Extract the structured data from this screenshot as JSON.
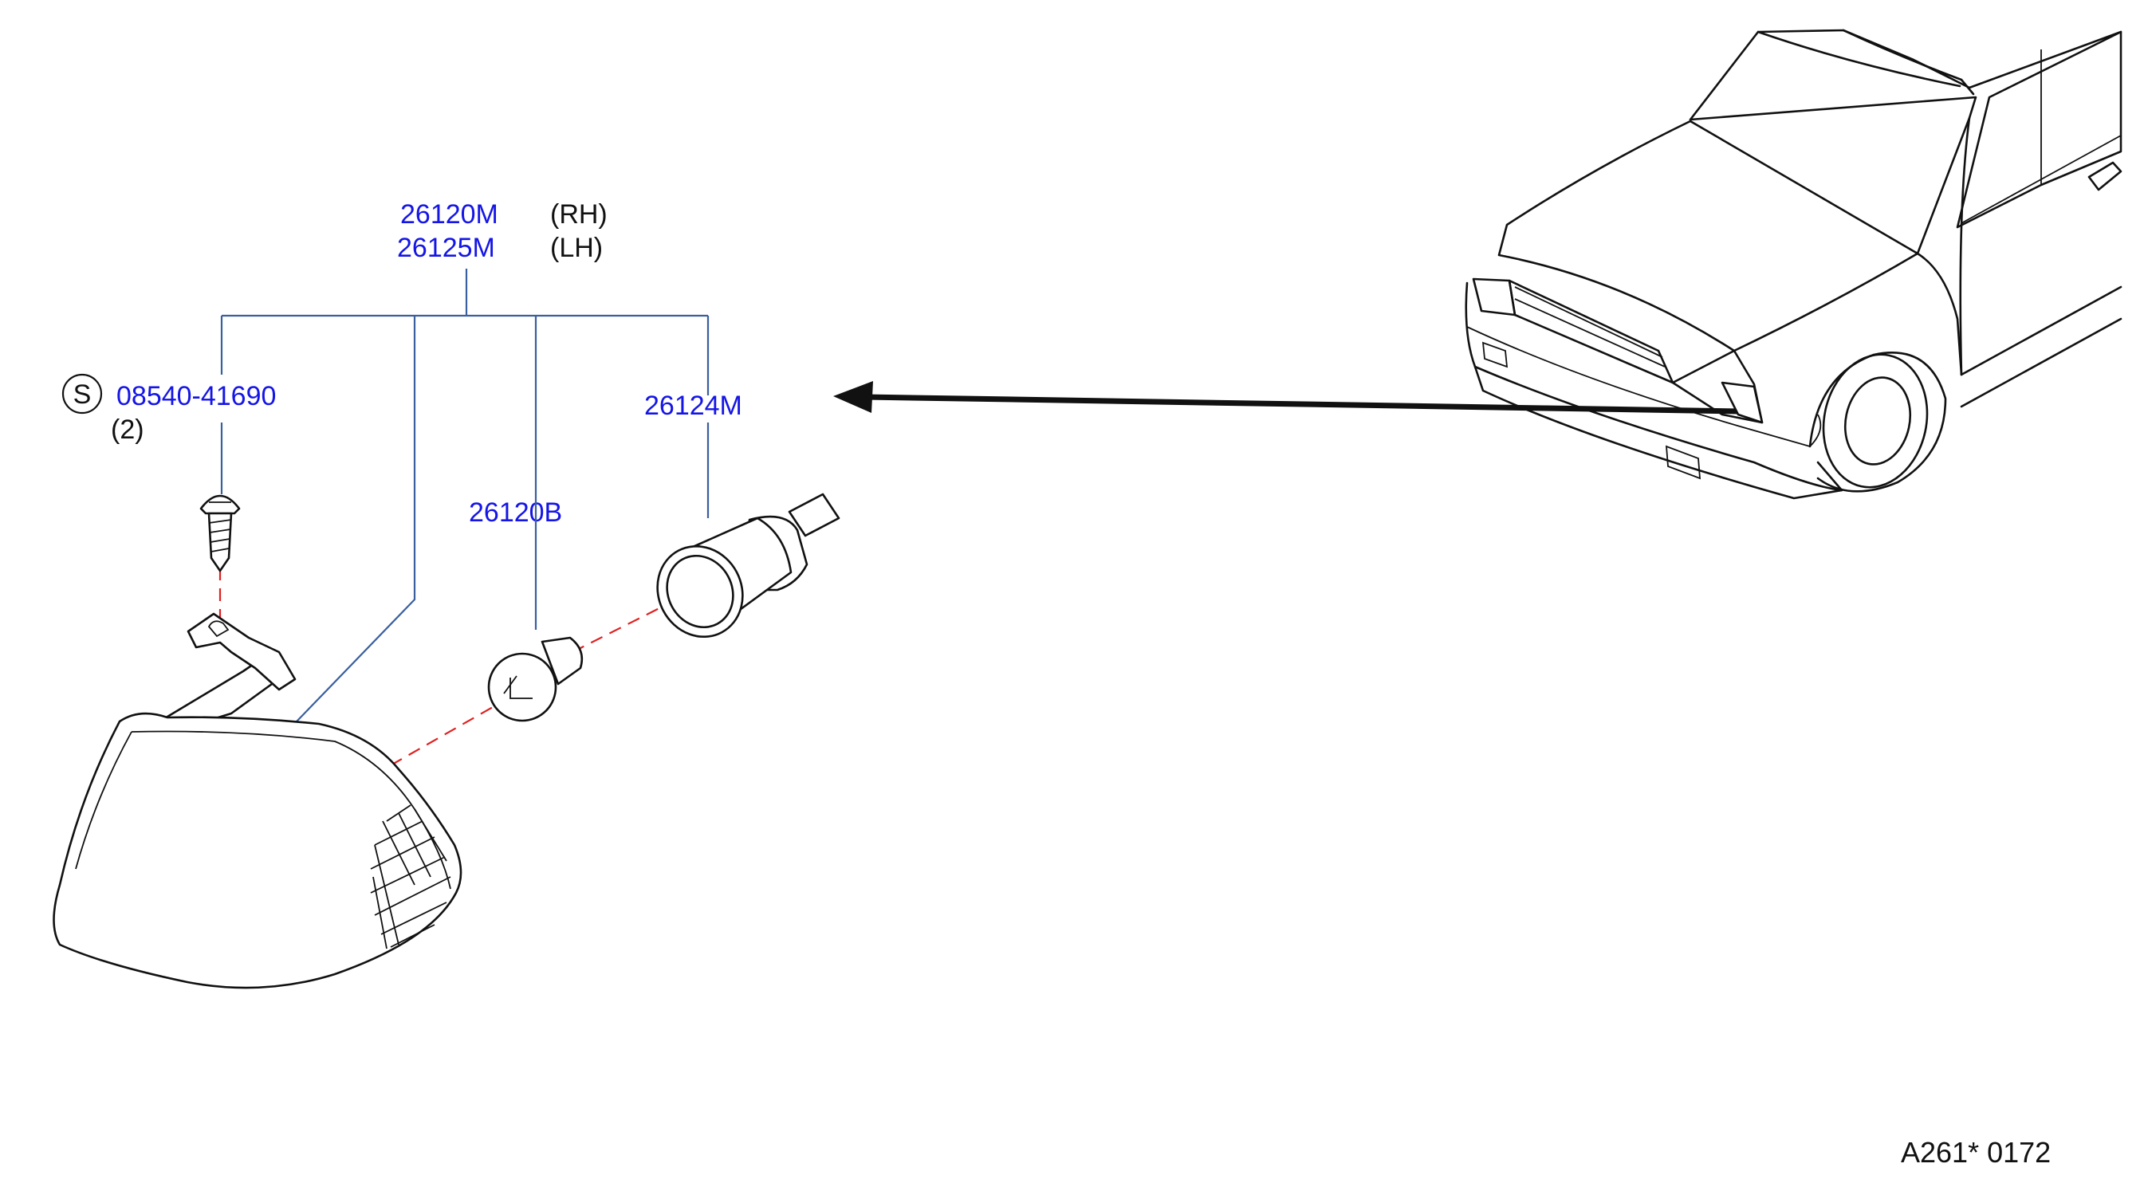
{
  "callouts": {
    "lamp_rh_pn": "26120M",
    "lamp_rh_side": "(RH)",
    "lamp_lh_pn": "26125M",
    "lamp_lh_side": "(LH)",
    "screw_symbol": "S",
    "screw_pn": "08540-41690",
    "screw_qty": "(2)",
    "socket_pn": "26124M",
    "bulb_pn": "26120B"
  },
  "reference_code": "A261*  0172",
  "colors": {
    "part_number": "#1515e6",
    "leader_line": "#3a5f9e",
    "assembly_dash": "#e02020",
    "outline": "#111111"
  },
  "icons": {
    "standard_part_marker": "circled-s-icon",
    "direction_arrow": "arrow-left-icon"
  }
}
